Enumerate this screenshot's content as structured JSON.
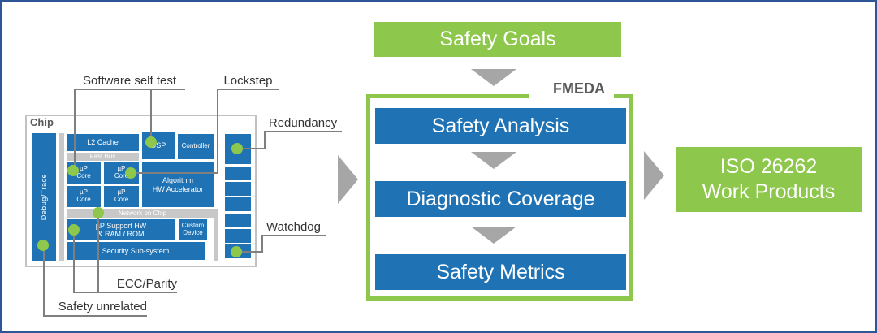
{
  "chip": {
    "label": "Chip",
    "debug_trace": "Debug/Trace",
    "l2_cache": "L2 Cache",
    "fast_bus": "Fast Bus",
    "dsp": "DSP",
    "controller": "Controller",
    "core_l1": "µP",
    "core_l2": "Core",
    "accelerator_l1": "Algorithm",
    "accelerator_l2": "HW Accelerator",
    "network_on_chip": "Network on Chip",
    "support_l1": "µP Support HW",
    "support_l2": "& RAM / ROM",
    "custom_l1": "Custom",
    "custom_l2": "Device",
    "security": "Security Sub-system"
  },
  "callouts": {
    "software_self_test": "Software self test",
    "lockstep": "Lockstep",
    "redundancy": "Redundancy",
    "watchdog": "Watchdog",
    "ecc_parity": "ECC/Parity",
    "safety_unrelated": "Safety unrelated"
  },
  "flow": {
    "safety_goals": "Safety Goals",
    "fmeda": "FMEDA",
    "steps": [
      {
        "label": "Safety Analysis"
      },
      {
        "label": "Diagnostic Coverage"
      },
      {
        "label": "Safety Metrics"
      }
    ],
    "iso_l1": "ISO 26262",
    "iso_l2": "Work Products"
  },
  "colors": {
    "green": "#8DC74B",
    "blue": "#1F73B5",
    "arrow_gray": "#A6A6A6",
    "line_gray": "#7F7F7F",
    "bar_gray": "#C8C8C8",
    "frame_border_blue": "#2E5596",
    "chip_label_gray": "#595959"
  }
}
